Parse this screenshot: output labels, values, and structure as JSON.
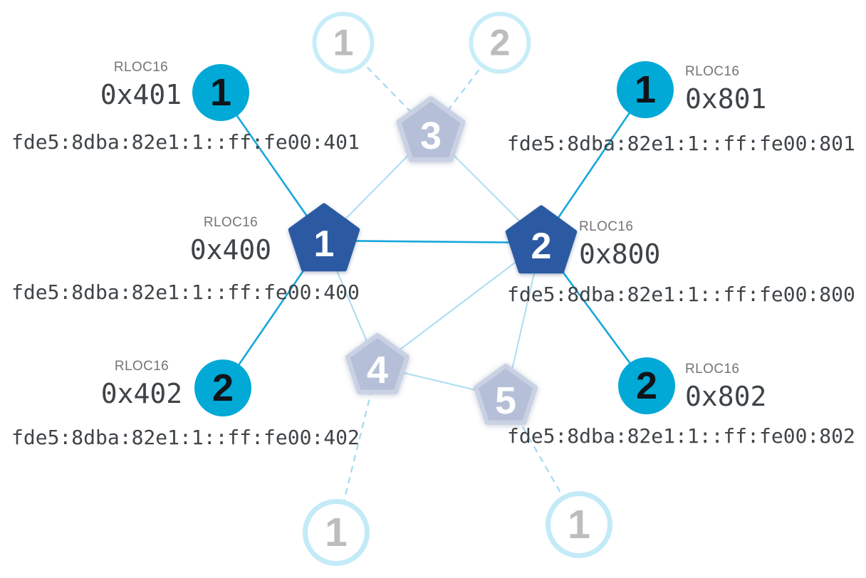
{
  "diagram_kind": "thread-mesh-network-topology",
  "colors": {
    "child_node": "#00a9d6",
    "router_node": "#2b5aa3",
    "inactive_router_node": "#b5c0d8",
    "inactive_router_border": "#c9d1e4",
    "inactive_child_border": "#c8edf8",
    "inactive_child_number": "#bdbdbd",
    "active_link": "#17a7da",
    "inactive_link": "#addcf3",
    "dashed_link": "#a4d9f0",
    "caption_text": "#757575",
    "mono_text": "#3f4448"
  },
  "nodes": {
    "c401": {
      "label": "1",
      "role": "child",
      "rloc_caption": "RLOC16",
      "rloc16": "0x401",
      "ipv6": "fde5:8dba:82e1:1::ff:fe00:401"
    },
    "c402": {
      "label": "2",
      "role": "child",
      "rloc_caption": "RLOC16",
      "rloc16": "0x402",
      "ipv6": "fde5:8dba:82e1:1::ff:fe00:402"
    },
    "c801": {
      "label": "1",
      "role": "child",
      "rloc_caption": "RLOC16",
      "rloc16": "0x801",
      "ipv6": "fde5:8dba:82e1:1::ff:fe00:801"
    },
    "c802": {
      "label": "2",
      "role": "child",
      "rloc_caption": "RLOC16",
      "rloc16": "0x802",
      "ipv6": "fde5:8dba:82e1:1::ff:fe00:802"
    },
    "r400": {
      "label": "1",
      "role": "router",
      "rloc_caption": "RLOC16",
      "rloc16": "0x400",
      "ipv6": "fde5:8dba:82e1:1::ff:fe00:400"
    },
    "r800": {
      "label": "2",
      "role": "router",
      "rloc_caption": "RLOC16",
      "rloc16": "0x800",
      "ipv6": "fde5:8dba:82e1:1::ff:fe00:800"
    },
    "p3": {
      "label": "3",
      "role": "router-inactive"
    },
    "p4": {
      "label": "4",
      "role": "router-inactive"
    },
    "p5": {
      "label": "5",
      "role": "router-inactive"
    },
    "t1": {
      "label": "1",
      "role": "child-inactive"
    },
    "t2": {
      "label": "2",
      "role": "child-inactive"
    },
    "b1l": {
      "label": "1",
      "role": "child-inactive"
    },
    "b1r": {
      "label": "1",
      "role": "child-inactive"
    }
  },
  "links": [
    {
      "from": "c401",
      "to": "r400",
      "type": "active"
    },
    {
      "from": "c402",
      "to": "r400",
      "type": "active"
    },
    {
      "from": "c801",
      "to": "r800",
      "type": "active"
    },
    {
      "from": "c802",
      "to": "r800",
      "type": "active"
    },
    {
      "from": "r400",
      "to": "r800",
      "type": "active"
    },
    {
      "from": "r400",
      "to": "p3",
      "type": "inactive"
    },
    {
      "from": "r800",
      "to": "p3",
      "type": "inactive"
    },
    {
      "from": "r400",
      "to": "p4",
      "type": "inactive"
    },
    {
      "from": "r800",
      "to": "p4",
      "type": "inactive"
    },
    {
      "from": "r800",
      "to": "p5",
      "type": "inactive"
    },
    {
      "from": "p4",
      "to": "p5",
      "type": "inactive"
    },
    {
      "from": "t1",
      "to": "p3",
      "type": "dashed"
    },
    {
      "from": "t2",
      "to": "p3",
      "type": "dashed"
    },
    {
      "from": "p4",
      "to": "b1l",
      "type": "dashed"
    },
    {
      "from": "p5",
      "to": "b1r",
      "type": "dashed"
    }
  ]
}
